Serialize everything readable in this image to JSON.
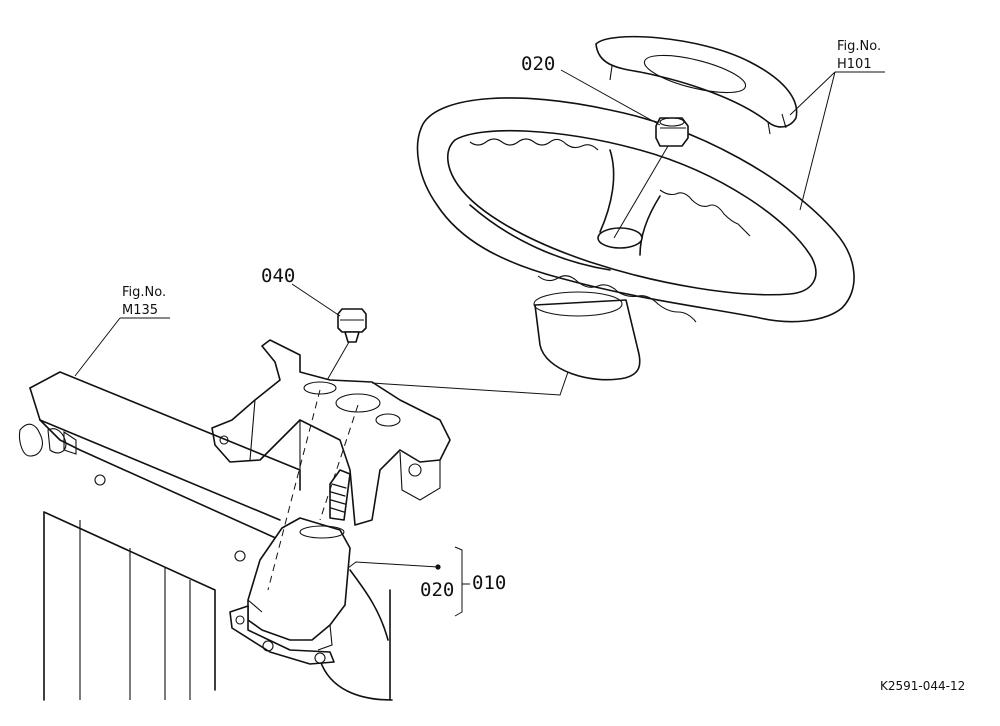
{
  "labels": {
    "part_020_top": "020",
    "part_040": "040",
    "part_020_bottom": "020",
    "part_010": "010",
    "fig_ref_h101": {
      "caption": "Fig.No.",
      "number": "H101"
    },
    "fig_ref_m135": {
      "caption": "Fig.No.",
      "number": "M135"
    },
    "drawing_code": "K2591-044-12"
  }
}
